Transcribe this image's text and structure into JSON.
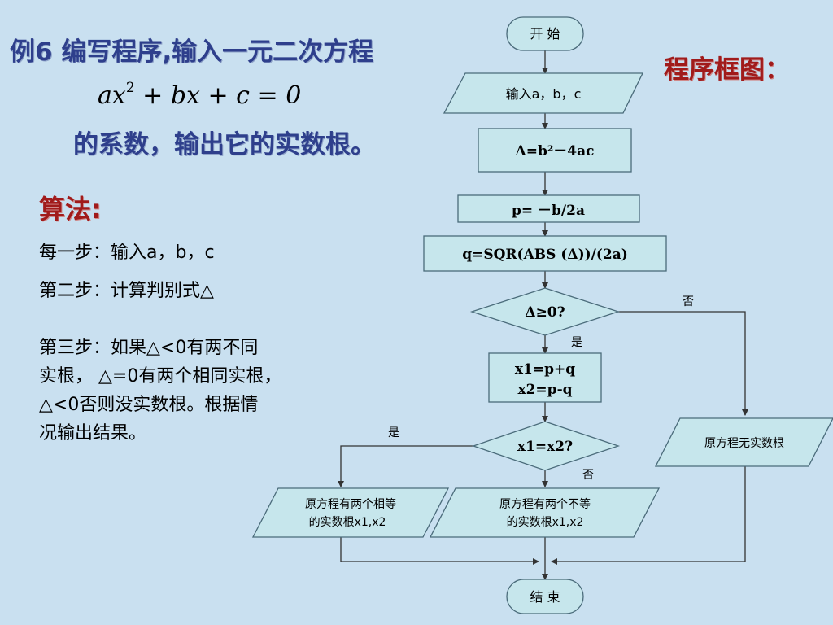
{
  "title": {
    "line1": "例6 编写程序,输入一元二次方程",
    "equation": "ax² + bx + c = 0",
    "line3": "的系数，输出它的实数根。"
  },
  "flowchart_title": "程序框图：",
  "algorithm": {
    "heading": "算法:",
    "step1": "每一步：输入a，b，c",
    "step2": "第二步：计算判别式△",
    "step3_lines": [
      "第三步：如果△<0有两不同",
      "实根， △=0有两个相同实根，",
      "△<0否则没实数根。根据情",
      "况输出结果。"
    ]
  },
  "flowchart": {
    "start": "开 始",
    "input": "输入a，b，c",
    "delta": "Δ=b²－4ac",
    "p": "p= －b/2a",
    "q": "q=SQR(ABS (Δ))/(2a)",
    "cond1": "Δ≥0?",
    "cond1_no": "否",
    "cond1_yes": "是",
    "roots_1": "x1=p+q",
    "roots_2": "x2=p-q",
    "cond2": "x1=x2?",
    "cond2_yes": "是",
    "cond2_no": "否",
    "no_real_root": "原方程无实数根",
    "equal_roots_1": "原方程有两个相等",
    "equal_roots_2": "的实数根x1,x2",
    "unequal_roots_1": "原方程有两个不等",
    "unequal_roots_2": "的实数根x1,x2",
    "end": "结 束"
  },
  "colors": {
    "background": "#c9e0f0",
    "node_fill": "#c6e6ec",
    "title_blue": "#2e3f8c",
    "accent_red": "#a01b1b"
  }
}
